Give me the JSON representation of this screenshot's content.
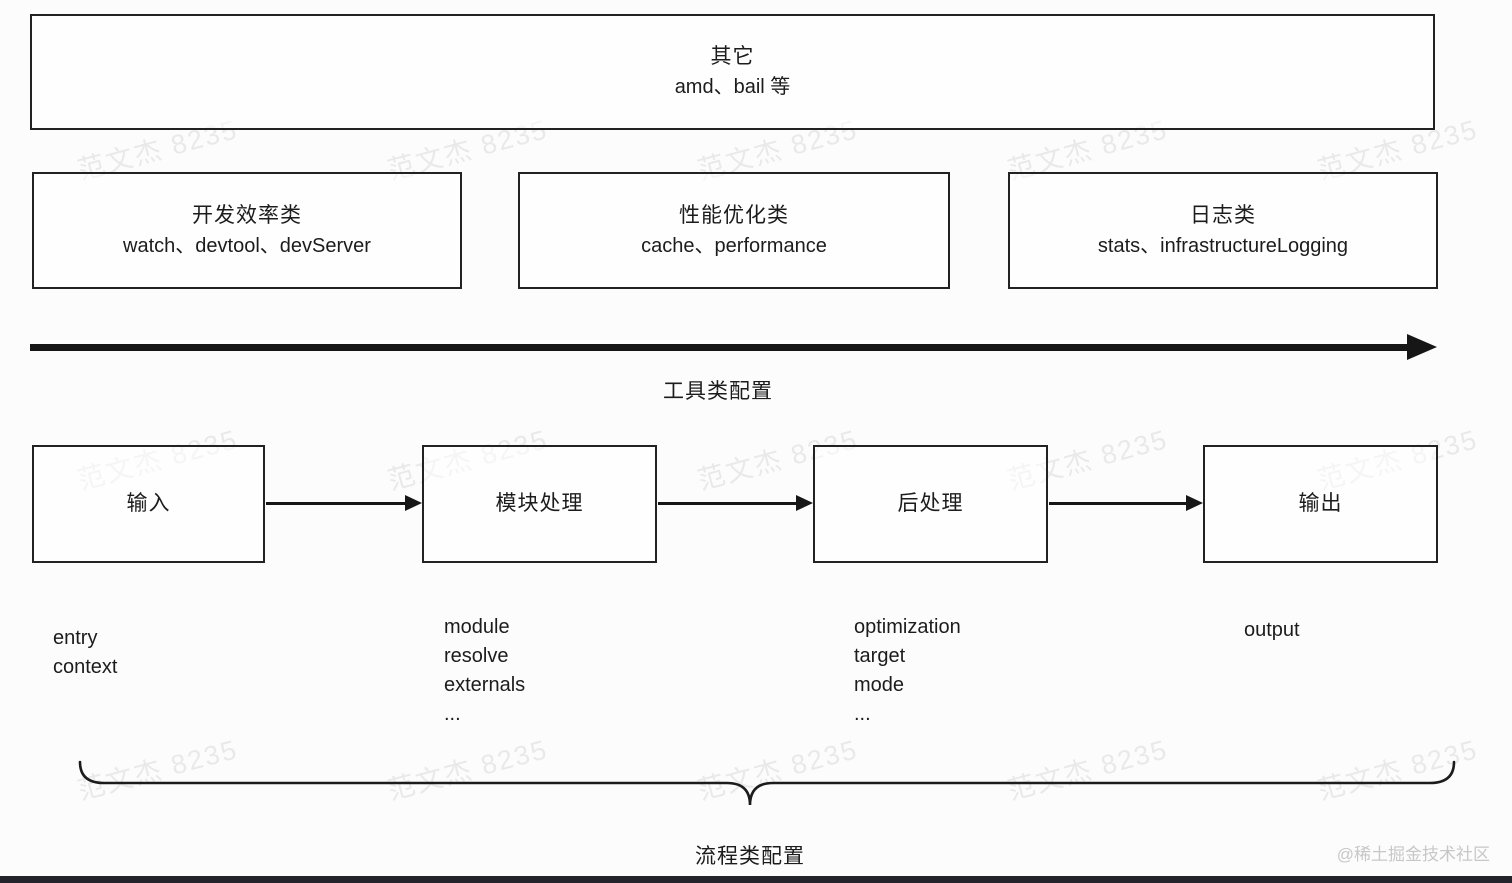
{
  "diagram": {
    "other_box": {
      "title": "其它",
      "subtitle": "amd、bail 等"
    },
    "tool_boxes": [
      {
        "title": "开发效率类",
        "subtitle": "watch、devtool、devServer"
      },
      {
        "title": "性能优化类",
        "subtitle": "cache、performance"
      },
      {
        "title": "日志类",
        "subtitle": "stats、infrastructureLogging"
      }
    ],
    "tool_axis_label": "工具类配置",
    "flow_nodes": [
      {
        "label": "输入",
        "props": [
          "entry",
          "context"
        ]
      },
      {
        "label": "模块处理",
        "props": [
          "module",
          "resolve",
          "externals",
          "..."
        ]
      },
      {
        "label": "后处理",
        "props": [
          "optimization",
          "target",
          "mode",
          "..."
        ]
      },
      {
        "label": "输出",
        "props": [
          "output"
        ]
      }
    ],
    "flow_group_label": "流程类配置"
  },
  "watermark": {
    "text": "范文杰 8235"
  },
  "credit": "@稀土掘金技术社区",
  "colors": {
    "line": "#161616",
    "border": "#222222",
    "credit": "#c7c7c7",
    "bottom_bar": "#23232b"
  }
}
